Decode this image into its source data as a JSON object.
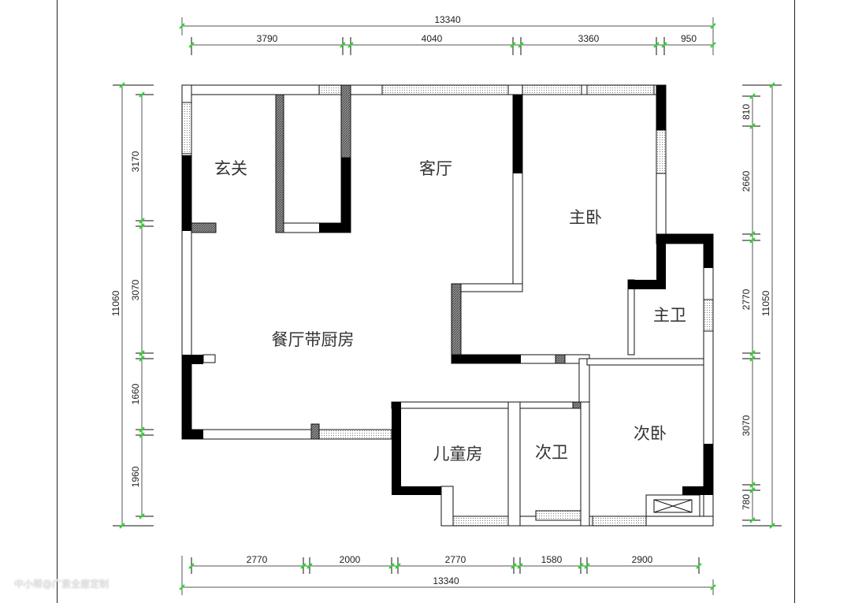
{
  "rooms": {
    "entrance": "玄关",
    "living": "客厅",
    "master_bedroom": "主卧",
    "master_bath": "主卫",
    "dining_kitchen": "餐厅带厨房",
    "kids_room": "儿童房",
    "second_bath": "次卫",
    "second_bedroom": "次卧"
  },
  "dimensions": {
    "top_total": "13340",
    "top": [
      "3790",
      "4040",
      "3360",
      "950"
    ],
    "bottom_total": "13340",
    "bottom": [
      "2770",
      "2000",
      "2770",
      "1580",
      "2900"
    ],
    "left_total": "11060",
    "left": [
      "3170",
      "3070",
      "1660",
      "1960"
    ],
    "right_total": "11050",
    "right": [
      "810",
      "2660",
      "2770",
      "3070",
      "780"
    ]
  },
  "watermark": "中小帮@广素全屋定制",
  "colors": {
    "wall": "#000000",
    "tick": "#22dd22",
    "line": "#555555"
  }
}
